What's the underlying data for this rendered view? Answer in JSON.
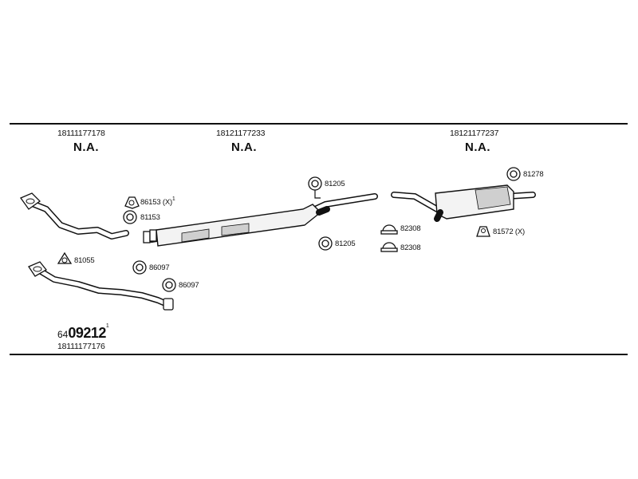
{
  "sections": [
    {
      "part_number": "18111177178",
      "status": "N.A."
    },
    {
      "part_number": "18121177233",
      "status": "N.A."
    },
    {
      "part_number": "18121177237",
      "status": "N.A."
    }
  ],
  "callouts": {
    "c86153": {
      "code": "86153 (X)",
      "sup": "1"
    },
    "c81153": {
      "code": "81153"
    },
    "c81055": {
      "code": "81055"
    },
    "c86097a": {
      "code": "86097"
    },
    "c86097b": {
      "code": "86097"
    },
    "c81205a": {
      "code": "81205"
    },
    "c81205b": {
      "code": "81205"
    },
    "c82308a": {
      "code": "82308"
    },
    "c82308b": {
      "code": "82308"
    },
    "c81278": {
      "code": "81278"
    },
    "c81572": {
      "code": "81572 (X)"
    }
  },
  "kit": {
    "prefix": "64",
    "main": "09212",
    "sup": "1",
    "part_number": "18111177176"
  }
}
